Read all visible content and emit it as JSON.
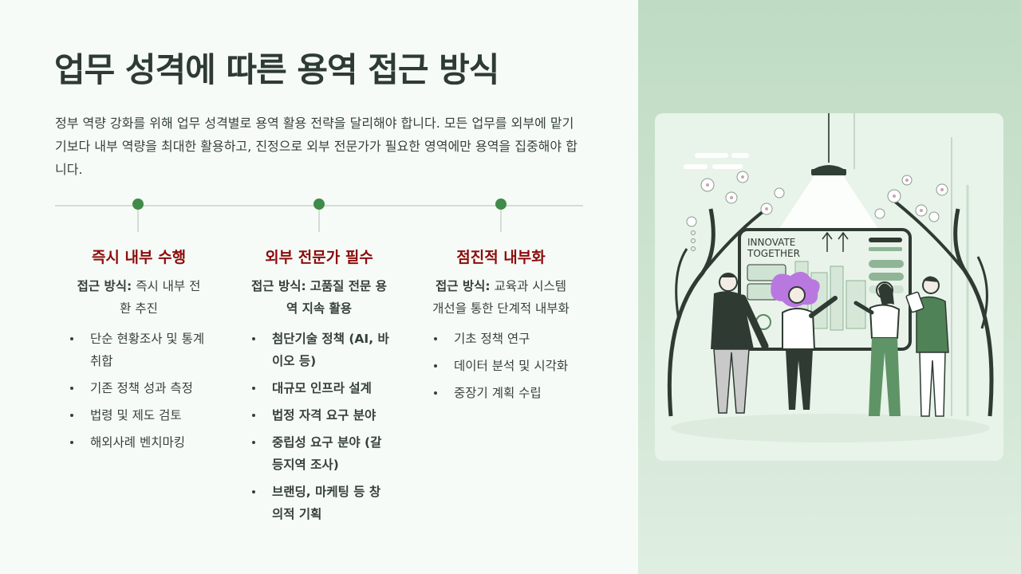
{
  "title": "업무 성격에 따른 용역 접근 방식",
  "intro": "정부 역량 강화를 위해 업무 성격별로 용역 활용 전략을 달리해야 합니다. 모든 업무를 외부에 맡기기보다 내부 역량을 최대한 활용하고, 진정으로 외부 전문가가 필요한 영역에만 용역을 집중해야 합니다.",
  "approach_label": "접근 방식:",
  "columns": [
    {
      "heading": "즉시 내부 수행",
      "approach": "즉시 내부 전환 추진",
      "items": [
        "단순 현황조사 및 통계 취합",
        "기존 정책 성과 측정",
        "법령 및 제도 검토",
        "해외사례 벤치마킹"
      ]
    },
    {
      "heading": "외부 전문가 필수",
      "approach": "고품질 전문 용역 지속 활용",
      "items": [
        "첨단기술 정책 (AI, 바이오 등)",
        "대규모 인프라 설계",
        "법정 자격 요구 분야",
        "중립성 요구 분야 (갈등지역 조사)",
        "브랜딩, 마케팅 등 창의적 기획"
      ]
    },
    {
      "heading": "점진적 내부화",
      "approach": "교육과 시스템 개선을 통한 단계적 내부화",
      "items": [
        "기초 정책 연구",
        "데이터 분석 및 시각화",
        "중장기 계획 수립"
      ]
    }
  ],
  "illustration": {
    "board_text_line1": "INNOVATE",
    "board_text_line2": "TOGETHER"
  },
  "colors": {
    "accent_red": "#8b0c0c",
    "timeline_dot": "#3f8b49",
    "right_panel": "#c8e0cc"
  }
}
